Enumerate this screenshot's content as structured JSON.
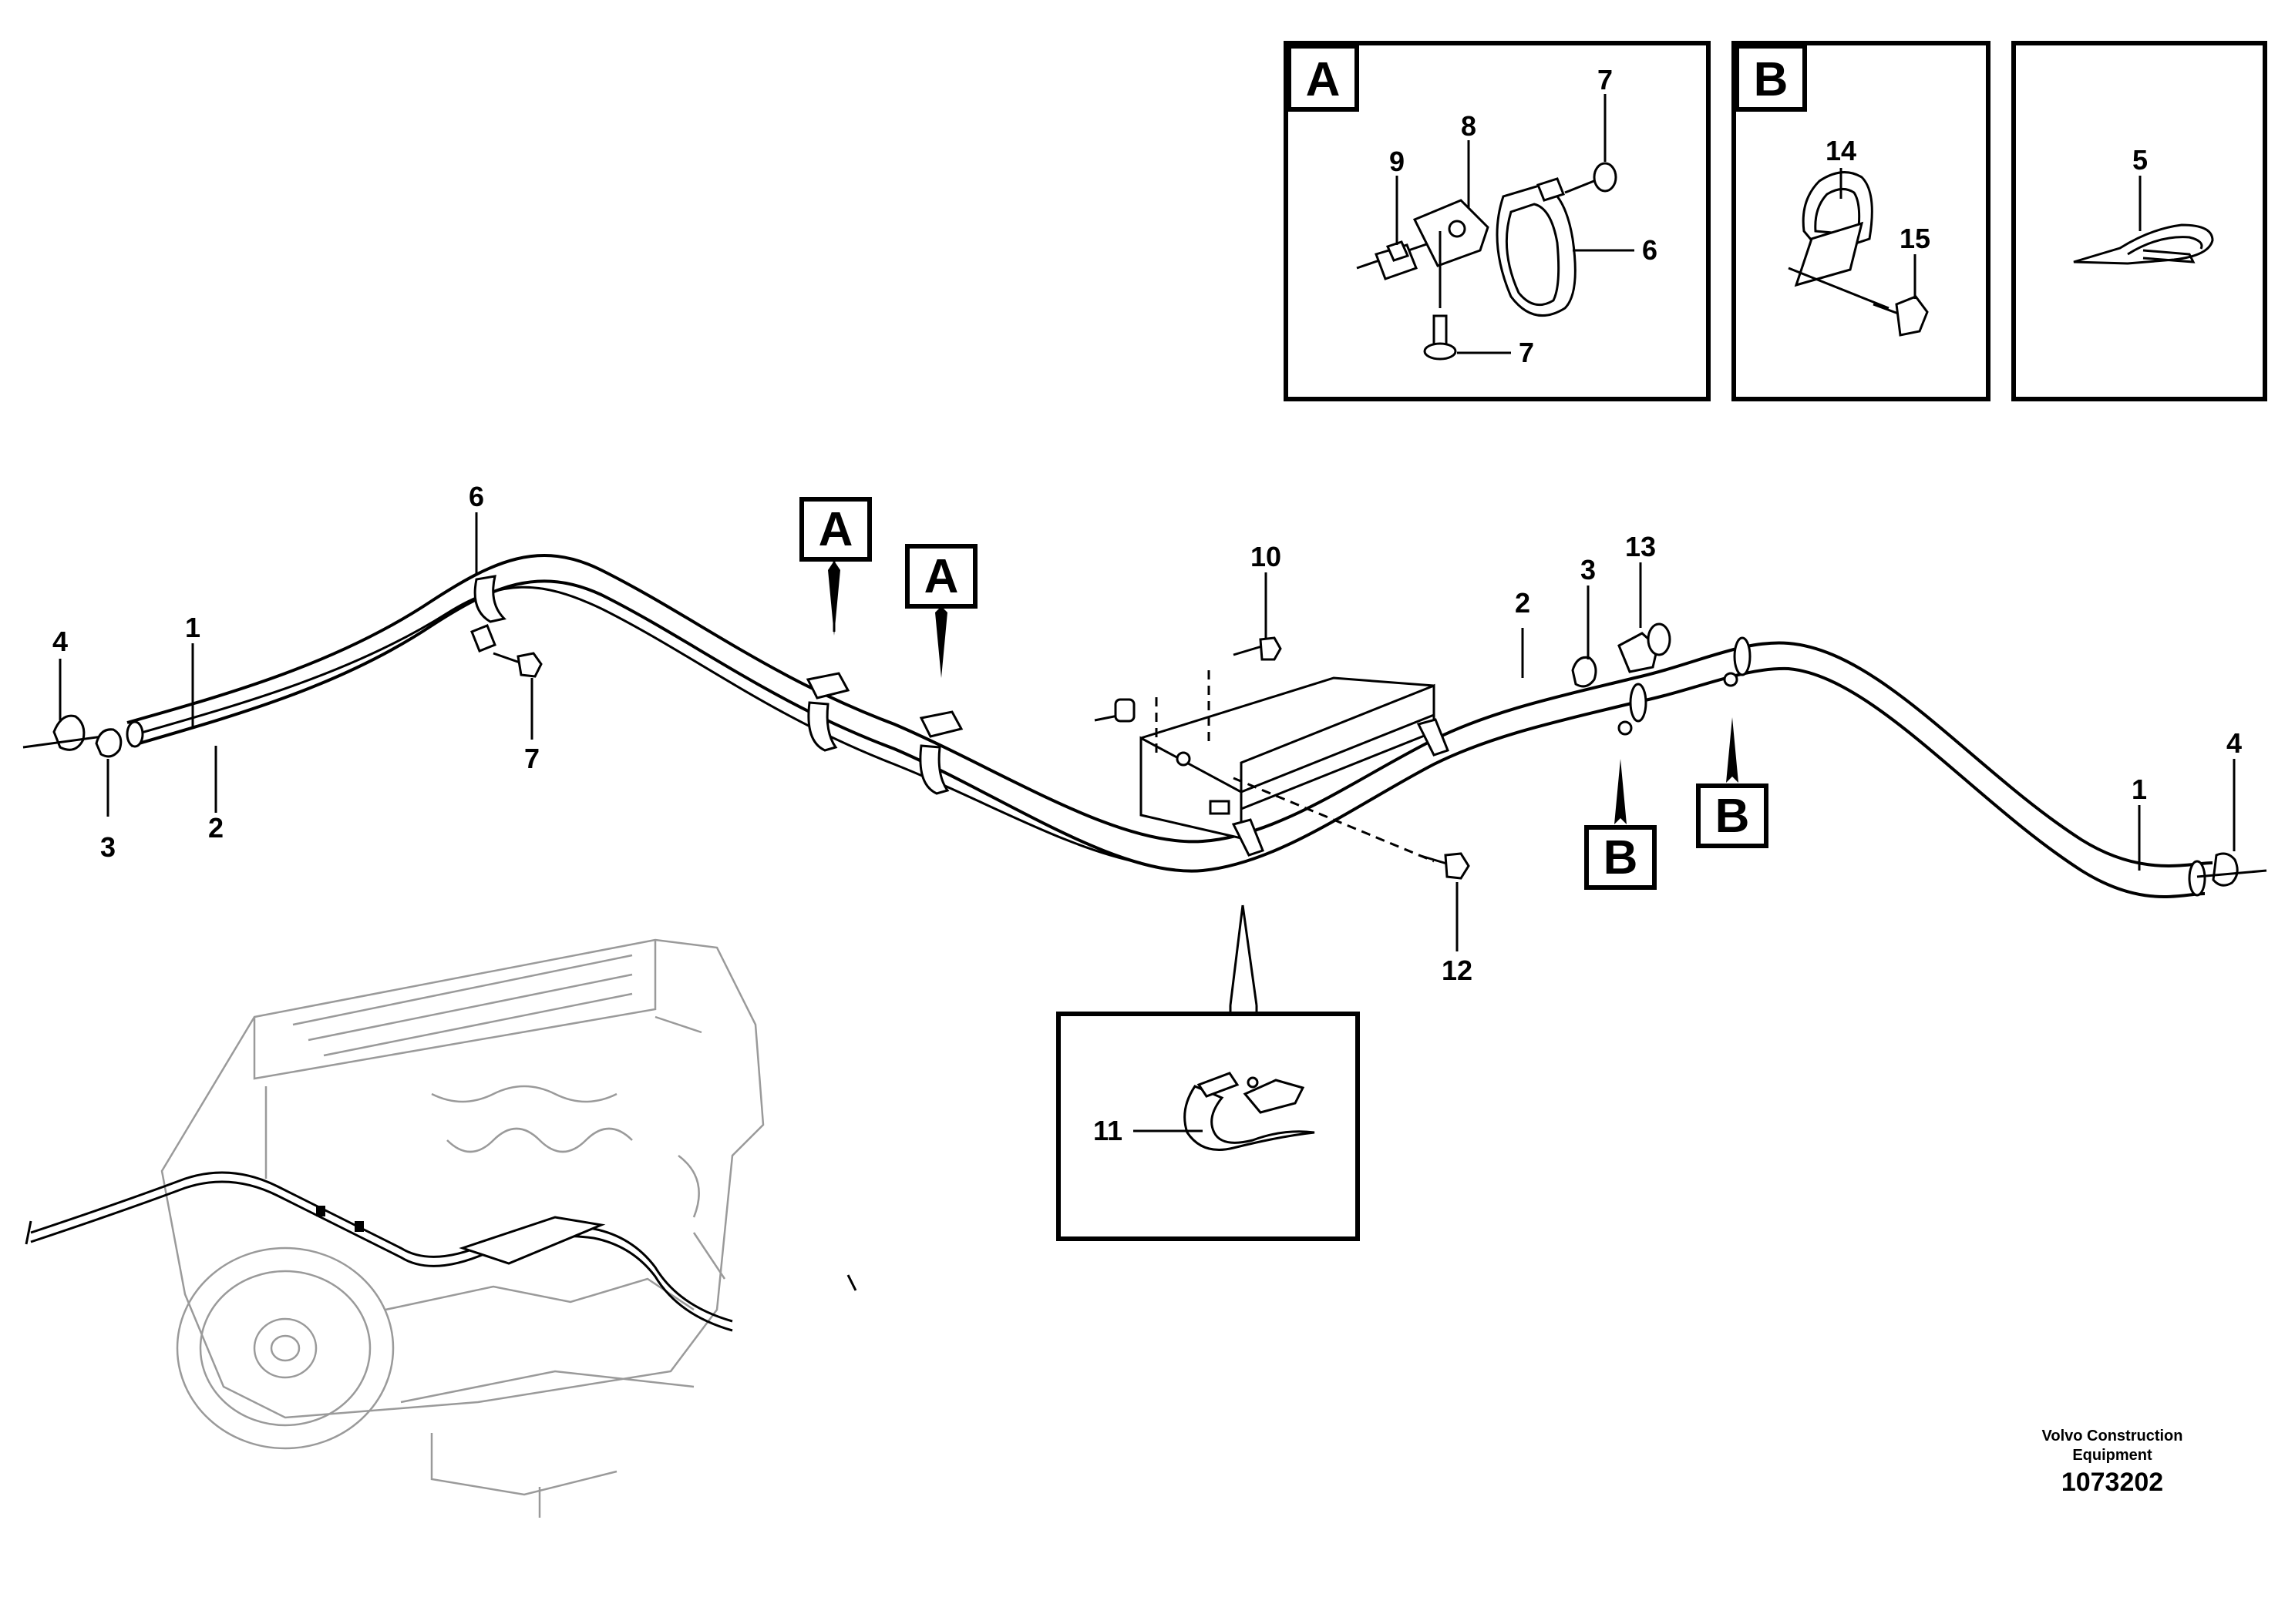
{
  "detail_boxes": [
    {
      "id": "A",
      "letter": "A",
      "parts": [
        "9",
        "8",
        "7",
        "6",
        "7"
      ]
    },
    {
      "id": "B",
      "letter": "B",
      "parts": [
        "14",
        "15"
      ]
    },
    {
      "id": "strap",
      "letter": "",
      "parts": [
        "5"
      ]
    },
    {
      "id": "clip",
      "letter": "",
      "parts": [
        "11"
      ]
    }
  ],
  "main_callouts": {
    "left_4": "4",
    "left_3": "3",
    "left_1": "1",
    "left_2": "2",
    "c6": "6",
    "c7": "7",
    "c10": "10",
    "c12": "12",
    "right_2": "2",
    "right_3": "3",
    "c13": "13",
    "right_1": "1",
    "right_4": "4"
  },
  "view_markers": [
    "A",
    "A",
    "B",
    "B"
  ],
  "footer": {
    "company_line1": "Volvo Construction",
    "company_line2": "Equipment",
    "drawing_number": "1073202"
  }
}
